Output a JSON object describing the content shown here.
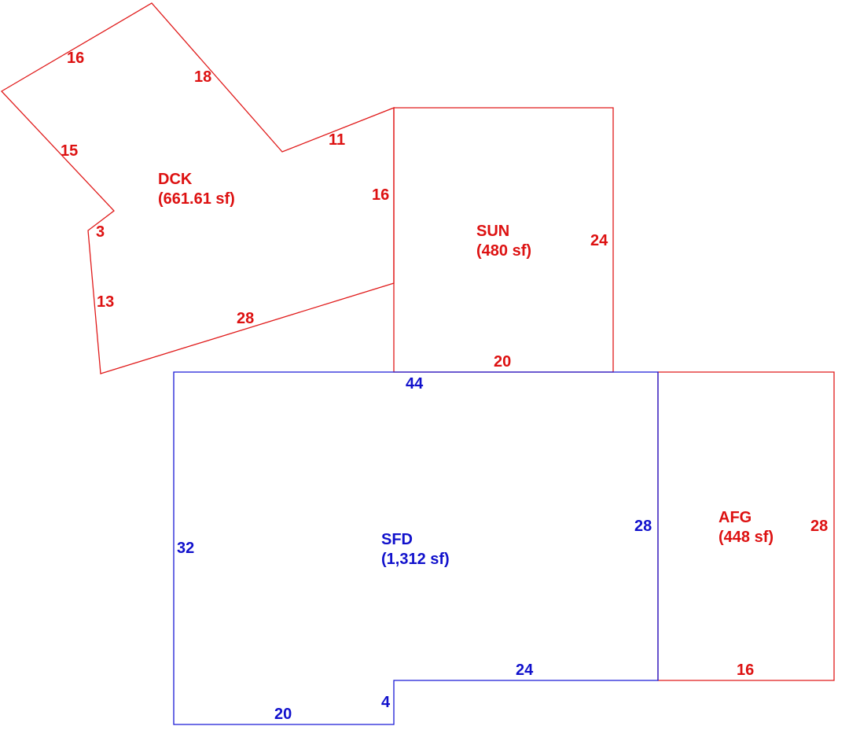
{
  "colors": {
    "exterior": "#dd1111",
    "main": "#1111cc"
  },
  "areas": {
    "dck": {
      "code": "DCK",
      "area": "(661.61 sf)"
    },
    "sun": {
      "code": "SUN",
      "area": "(480 sf)"
    },
    "sfd": {
      "code": "SFD",
      "area": "(1,312 sf)"
    },
    "afg": {
      "code": "AFG",
      "area": "(448 sf)"
    }
  },
  "dimensions": {
    "dck": [
      "16",
      "18",
      "11",
      "16",
      "15",
      "3",
      "13",
      "28"
    ],
    "sun": [
      "24",
      "20"
    ],
    "sfd": [
      "44",
      "32",
      "28",
      "24",
      "20",
      "4"
    ],
    "afg": [
      "28",
      "16"
    ]
  }
}
